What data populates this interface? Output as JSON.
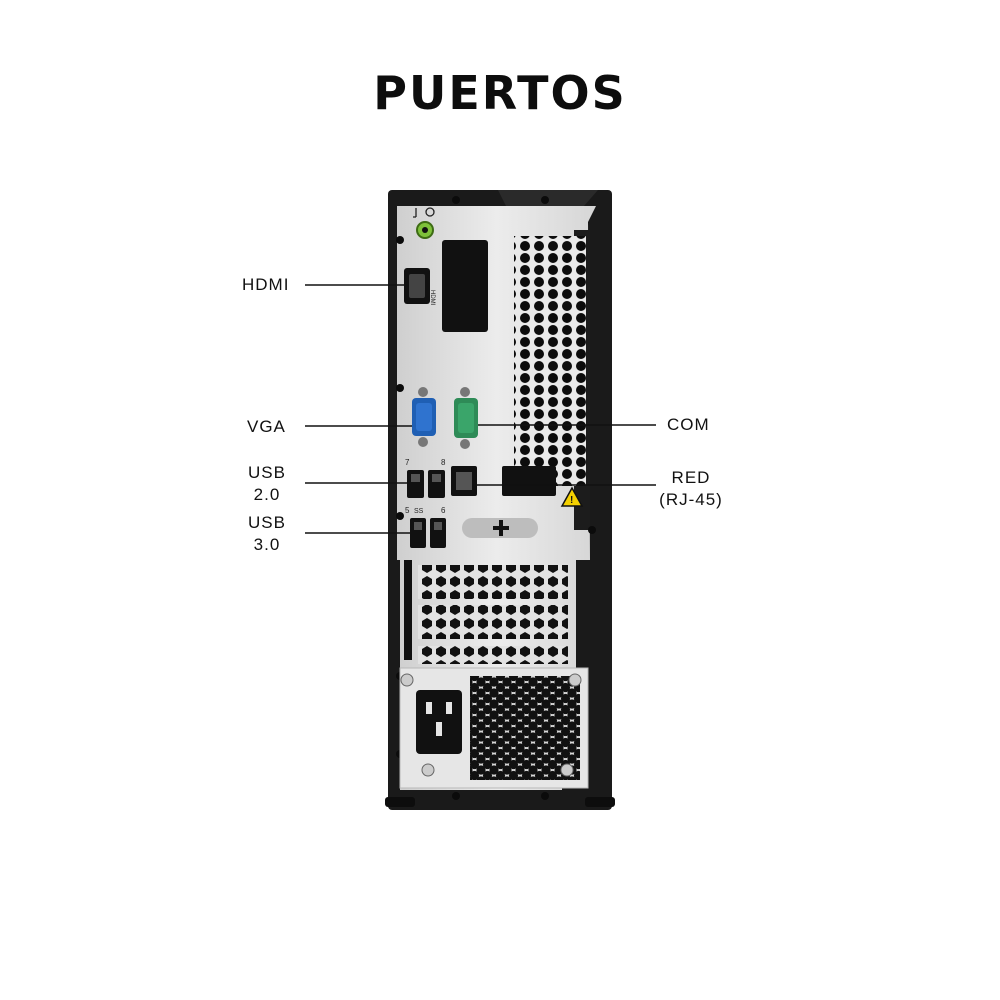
{
  "title": "PUERTOS",
  "labels": {
    "hdmi": "HDMI",
    "vga": "VGA",
    "usb2_line1": "USB",
    "usb2_line2": "2.0",
    "usb3_line1": "USB",
    "usb3_line2": "3.0",
    "com": "COM",
    "red_line1": "RED",
    "red_line2": "(RJ-45)"
  },
  "case_markings": {
    "usb_num_7": "7",
    "usb_num_8": "8",
    "usb_num_5": "5",
    "usb_num_6": "6",
    "hdmi_vertical": "HDMI",
    "ss_mark": "SS"
  },
  "colors": {
    "vga_port": "#1f5fb4",
    "com_port": "#2e8b57",
    "audio_jack": "#7ec13a",
    "warning": "#f4d000",
    "chassis": "#1a1a1a"
  }
}
